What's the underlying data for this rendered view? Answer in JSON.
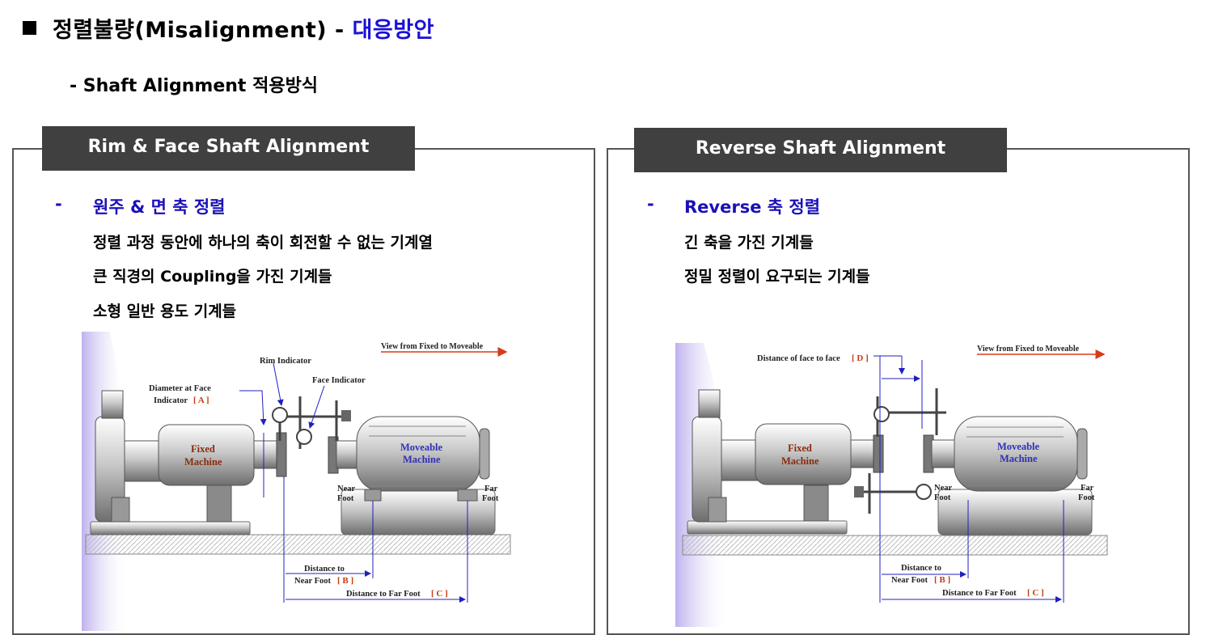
{
  "title": {
    "main": "정렬불량(Misalignment) - ",
    "accent": "대응방안"
  },
  "subtitle": "- Shaft Alignment 적용방식",
  "left_panel": {
    "tab": "Rim & Face Shaft Alignment",
    "dash": "-",
    "heading": "원주 & 면 축 정렬",
    "lines": [
      "정렬 과정 동안에 하나의 축이 회전할 수 없는 기계열",
      "큰 직경의 Coupling을 가진 기계들",
      "소형 일반 용도 기계들"
    ],
    "diagram": {
      "view_label": "View from Fixed to Moveable",
      "rim_indicator": "Rim Indicator",
      "face_indicator": "Face Indicator",
      "diameter_label_1": "Diameter at Face",
      "diameter_label_2": "Indicator",
      "diameter_tag": "[ A ]",
      "fixed_1": "Fixed",
      "fixed_2": "Machine",
      "moveable_1": "Moveable",
      "moveable_2": "Machine",
      "near_foot_1": "Near",
      "near_foot_2": "Foot",
      "far_foot_1": "Far",
      "far_foot_2": "Foot",
      "dist_near_1": "Distance to",
      "dist_near_2": "Near Foot",
      "dist_near_tag": "[ B ]",
      "dist_far": "Distance to Far Foot",
      "dist_far_tag": "[ C ]"
    }
  },
  "right_panel": {
    "tab": "Reverse Shaft Alignment",
    "dash": "-",
    "heading": "Reverse 축 정렬",
    "lines": [
      "긴 축을 가진 기계들",
      "정밀 정렬이 요구되는 기계들"
    ],
    "diagram": {
      "view_label": "View from Fixed to Moveable",
      "dist_face_label": "Distance of face to face",
      "dist_face_tag": "[ D ]",
      "fixed_1": "Fixed",
      "fixed_2": "Machine",
      "moveable_1": "Moveable",
      "moveable_2": "Machine",
      "near_foot_1": "Near",
      "near_foot_2": "Foot",
      "far_foot_1": "Far",
      "far_foot_2": "Foot",
      "dist_near_1": "Distance to",
      "dist_near_2": "Near Foot",
      "dist_near_tag": "[ B ]",
      "dist_far": "Distance to Far Foot",
      "dist_far_tag": "[ C ]"
    }
  },
  "colors": {
    "accent": "#1a10d8",
    "tab_bg": "#404040",
    "machine_label": "#8b2b0c",
    "moveable_label": "#3030b8",
    "tag": "#c43a10",
    "view_arrow": "#d83a1a",
    "glow": "#b8a8ec"
  }
}
